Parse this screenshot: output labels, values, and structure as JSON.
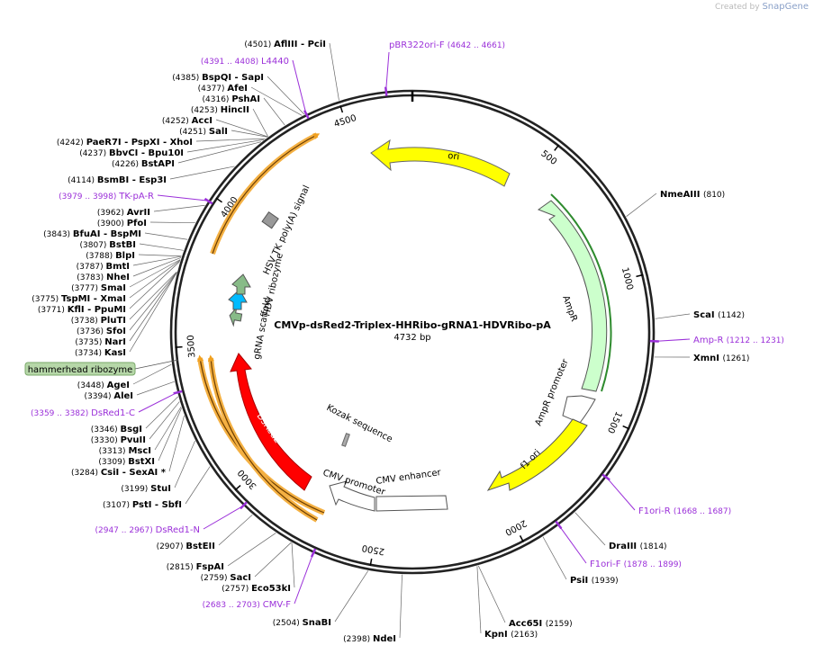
{
  "header": {
    "created_by": "Created by",
    "brand": "SnapGene"
  },
  "plasmid": {
    "name": "CMVp-dsRed2-Triplex-HHRibo-gRNA1-HDVRibo-pA",
    "length_text": "4732 bp",
    "length": 4732
  },
  "ticks": [
    {
      "pos": 500,
      "label": "500"
    },
    {
      "pos": 1000,
      "label": "1000"
    },
    {
      "pos": 1500,
      "label": "1500"
    },
    {
      "pos": 2000,
      "label": "2000"
    },
    {
      "pos": 2500,
      "label": "2500"
    },
    {
      "pos": 3000,
      "label": "3000"
    },
    {
      "pos": 3500,
      "label": "3500"
    },
    {
      "pos": 4000,
      "label": "4000"
    },
    {
      "pos": 4500,
      "label": "4500"
    }
  ],
  "features": [
    {
      "name": "ori",
      "color": "#ffff00"
    },
    {
      "name": "AmpR",
      "color": "#ccffcc"
    },
    {
      "name": "AmpR promoter",
      "color": "#ffffff"
    },
    {
      "name": "f1 ori",
      "color": "#ffff00"
    },
    {
      "name": "CMV enhancer",
      "color": "#ffffff"
    },
    {
      "name": "CMV promoter",
      "color": "#ffffff"
    },
    {
      "name": "Kozak sequence",
      "color": "#999999"
    },
    {
      "name": "DsRed2",
      "color": "#ff0000"
    },
    {
      "name": "gRNA scaffold",
      "color": "#88bb88"
    },
    {
      "name": "HDV ribozyme",
      "color": "#00bbff"
    },
    {
      "name": "HSV TK poly(A) signal",
      "color": "#999999"
    },
    {
      "name": "hammerhead ribozyme",
      "color": "#b6d7a8"
    }
  ],
  "sites_right": [
    {
      "name": "NmeAIII",
      "pos": "(810)"
    },
    {
      "name": "ScaI",
      "pos": "(1142)"
    },
    {
      "name": "Amp-R",
      "pos": "(1212 .. 1231)",
      "primer": true
    },
    {
      "name": "XmnI",
      "pos": "(1261)"
    },
    {
      "name": "F1ori-R",
      "pos": "(1668 .. 1687)",
      "primer": true
    },
    {
      "name": "DraIII",
      "pos": "(1814)"
    },
    {
      "name": "F1ori-F",
      "pos": "(1878 .. 1899)",
      "primer": true
    },
    {
      "name": "PsiI",
      "pos": "(1939)"
    },
    {
      "name": "Acc65I",
      "pos": "(2159)"
    },
    {
      "name": "KpnI",
      "pos": "(2163)"
    }
  ],
  "sites_bottom": [
    {
      "name": "NdeI",
      "pos": "(2398)"
    },
    {
      "name": "SnaBI",
      "pos": "(2504)"
    },
    {
      "name": "CMV-F",
      "pos": "(2683 .. 2703)",
      "primer": true
    },
    {
      "name": "Eco53kI",
      "pos": "(2757)"
    },
    {
      "name": "SacI",
      "pos": "(2759)"
    },
    {
      "name": "FspAI",
      "pos": "(2815)"
    },
    {
      "name": "BstEII",
      "pos": "(2907)"
    },
    {
      "name": "DsRed1-N",
      "pos": "(2947 .. 2967)",
      "primer": true
    }
  ],
  "sites_left": [
    {
      "name": "AflIII  - PciI",
      "pos": "(4501)"
    },
    {
      "name": "L4440",
      "pos": "(4391 .. 4408)",
      "primer": true
    },
    {
      "name": "BspQI  - SapI",
      "pos": "(4385)"
    },
    {
      "name": "AfeI",
      "pos": "(4377)"
    },
    {
      "name": "PshAI",
      "pos": "(4316)"
    },
    {
      "name": "HincII",
      "pos": "(4253)"
    },
    {
      "name": "AccI",
      "pos": "(4252)"
    },
    {
      "name": "SalI",
      "pos": "(4251)"
    },
    {
      "name": "PaeR7I  - PspXI  - XhoI",
      "pos": "(4242)"
    },
    {
      "name": "BbvCI  - Bpu10I",
      "pos": "(4237)"
    },
    {
      "name": "BstAPI",
      "pos": "(4226)"
    },
    {
      "name": "BsmBI  - Esp3I",
      "pos": "(4114)"
    },
    {
      "name": "TK-pA-R",
      "pos": "(3979 .. 3998)",
      "primer": true
    },
    {
      "name": "AvrII",
      "pos": "(3962)"
    },
    {
      "name": "PfoI",
      "pos": "(3900)"
    },
    {
      "name": "BfuAI  - BspMI",
      "pos": "(3843)"
    },
    {
      "name": "BstBI",
      "pos": "(3807)"
    },
    {
      "name": "BlpI",
      "pos": "(3788)"
    },
    {
      "name": "BmtI",
      "pos": "(3787)"
    },
    {
      "name": "NheI",
      "pos": "(3783)"
    },
    {
      "name": "SmaI",
      "pos": "(3777)"
    },
    {
      "name": "TspMI  - XmaI",
      "pos": "(3775)"
    },
    {
      "name": "KflI  - PpuMI",
      "pos": "(3771)"
    },
    {
      "name": "PluTI",
      "pos": "(3738)"
    },
    {
      "name": "SfoI",
      "pos": "(3736)"
    },
    {
      "name": "NarI",
      "pos": "(3735)"
    },
    {
      "name": "KasI",
      "pos": "(3734)"
    },
    {
      "name": "AgeI",
      "pos": "(3448)"
    },
    {
      "name": "AleI",
      "pos": "(3394)"
    },
    {
      "name": "DsRed1-C",
      "pos": "(3359 .. 3382)",
      "primer": true
    },
    {
      "name": "BsgI",
      "pos": "(3346)"
    },
    {
      "name": "PvuII",
      "pos": "(3330)"
    },
    {
      "name": "MscI",
      "pos": "(3313)"
    },
    {
      "name": "BstXI",
      "pos": "(3309)"
    },
    {
      "name": "CsiI  - SexAI *",
      "pos": "(3284)"
    },
    {
      "name": "StuI",
      "pos": "(3199)"
    },
    {
      "name": "PstI  - SbfI",
      "pos": "(3107)"
    }
  ],
  "top_primer": {
    "name": "pBR322ori-F",
    "pos": "(4642 .. 4661)"
  }
}
